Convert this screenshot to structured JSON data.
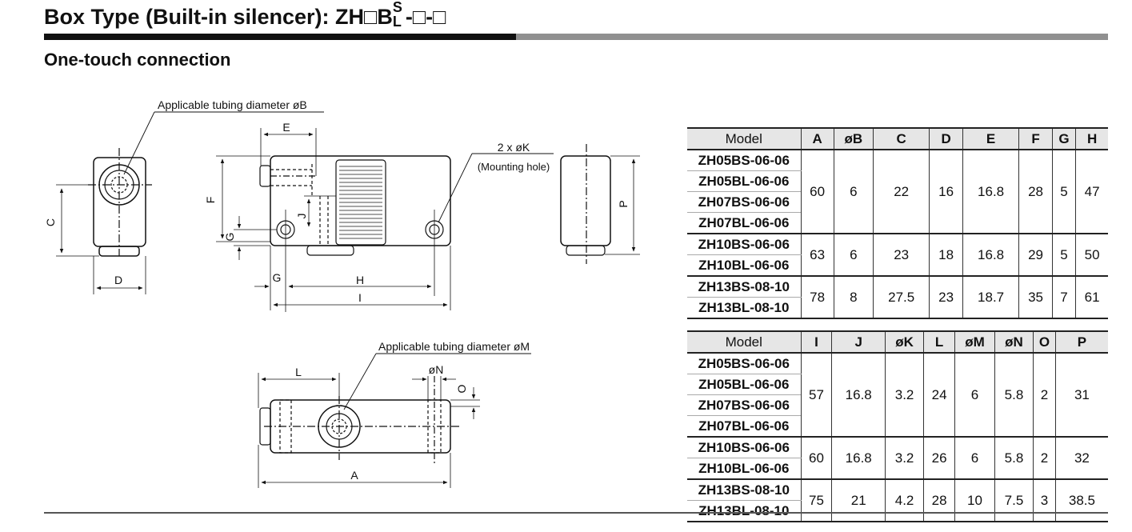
{
  "header": {
    "title_prefix": "Box Type (Built-in silencer): ZH□B",
    "title_sup": "S",
    "title_sub": "L",
    "title_suffix": "-□-□",
    "subtitle": "One-touch connection"
  },
  "drawing": {
    "top_tubing_label": "Applicable tubing diameter øB",
    "mounting_hole_label_1": "2 x øK",
    "mounting_hole_label_2": "(Mounting hole)",
    "bottom_tubing_label": "Applicable tubing diameter øM",
    "dims": {
      "C": "C",
      "D": "D",
      "E": "E",
      "F": "F",
      "G": "G",
      "G2": "G",
      "J": "J",
      "H": "H",
      "I": "I",
      "P": "P",
      "L": "L",
      "oN": "øN",
      "O": "O",
      "A": "A"
    }
  },
  "table1": {
    "headers": [
      "Model",
      "A",
      "øB",
      "C",
      "D",
      "E",
      "F",
      "G",
      "H"
    ],
    "groups": [
      {
        "models": [
          "ZH05BS-06-06",
          "ZH05BL-06-06",
          "ZH07BS-06-06",
          "ZH07BL-06-06"
        ],
        "values": [
          "60",
          "6",
          "22",
          "16",
          "16.8",
          "28",
          "5",
          "47"
        ]
      },
      {
        "models": [
          "ZH10BS-06-06",
          "ZH10BL-06-06"
        ],
        "values": [
          "63",
          "6",
          "23",
          "18",
          "16.8",
          "29",
          "5",
          "50"
        ]
      },
      {
        "models": [
          "ZH13BS-08-10",
          "ZH13BL-08-10"
        ],
        "values": [
          "78",
          "8",
          "27.5",
          "23",
          "18.7",
          "35",
          "7",
          "61"
        ]
      }
    ]
  },
  "table2": {
    "headers": [
      "Model",
      "I",
      "J",
      "øK",
      "L",
      "øM",
      "øN",
      "O",
      "P"
    ],
    "groups": [
      {
        "models": [
          "ZH05BS-06-06",
          "ZH05BL-06-06",
          "ZH07BS-06-06",
          "ZH07BL-06-06"
        ],
        "values": [
          "57",
          "16.8",
          "3.2",
          "24",
          "6",
          "5.8",
          "2",
          "31"
        ]
      },
      {
        "models": [
          "ZH10BS-06-06",
          "ZH10BL-06-06"
        ],
        "values": [
          "60",
          "16.8",
          "3.2",
          "26",
          "6",
          "5.8",
          "2",
          "32"
        ]
      },
      {
        "models": [
          "ZH13BS-08-10",
          "ZH13BL-08-10"
        ],
        "values": [
          "75",
          "21",
          "4.2",
          "28",
          "10",
          "7.5",
          "3",
          "38.5"
        ]
      }
    ]
  }
}
